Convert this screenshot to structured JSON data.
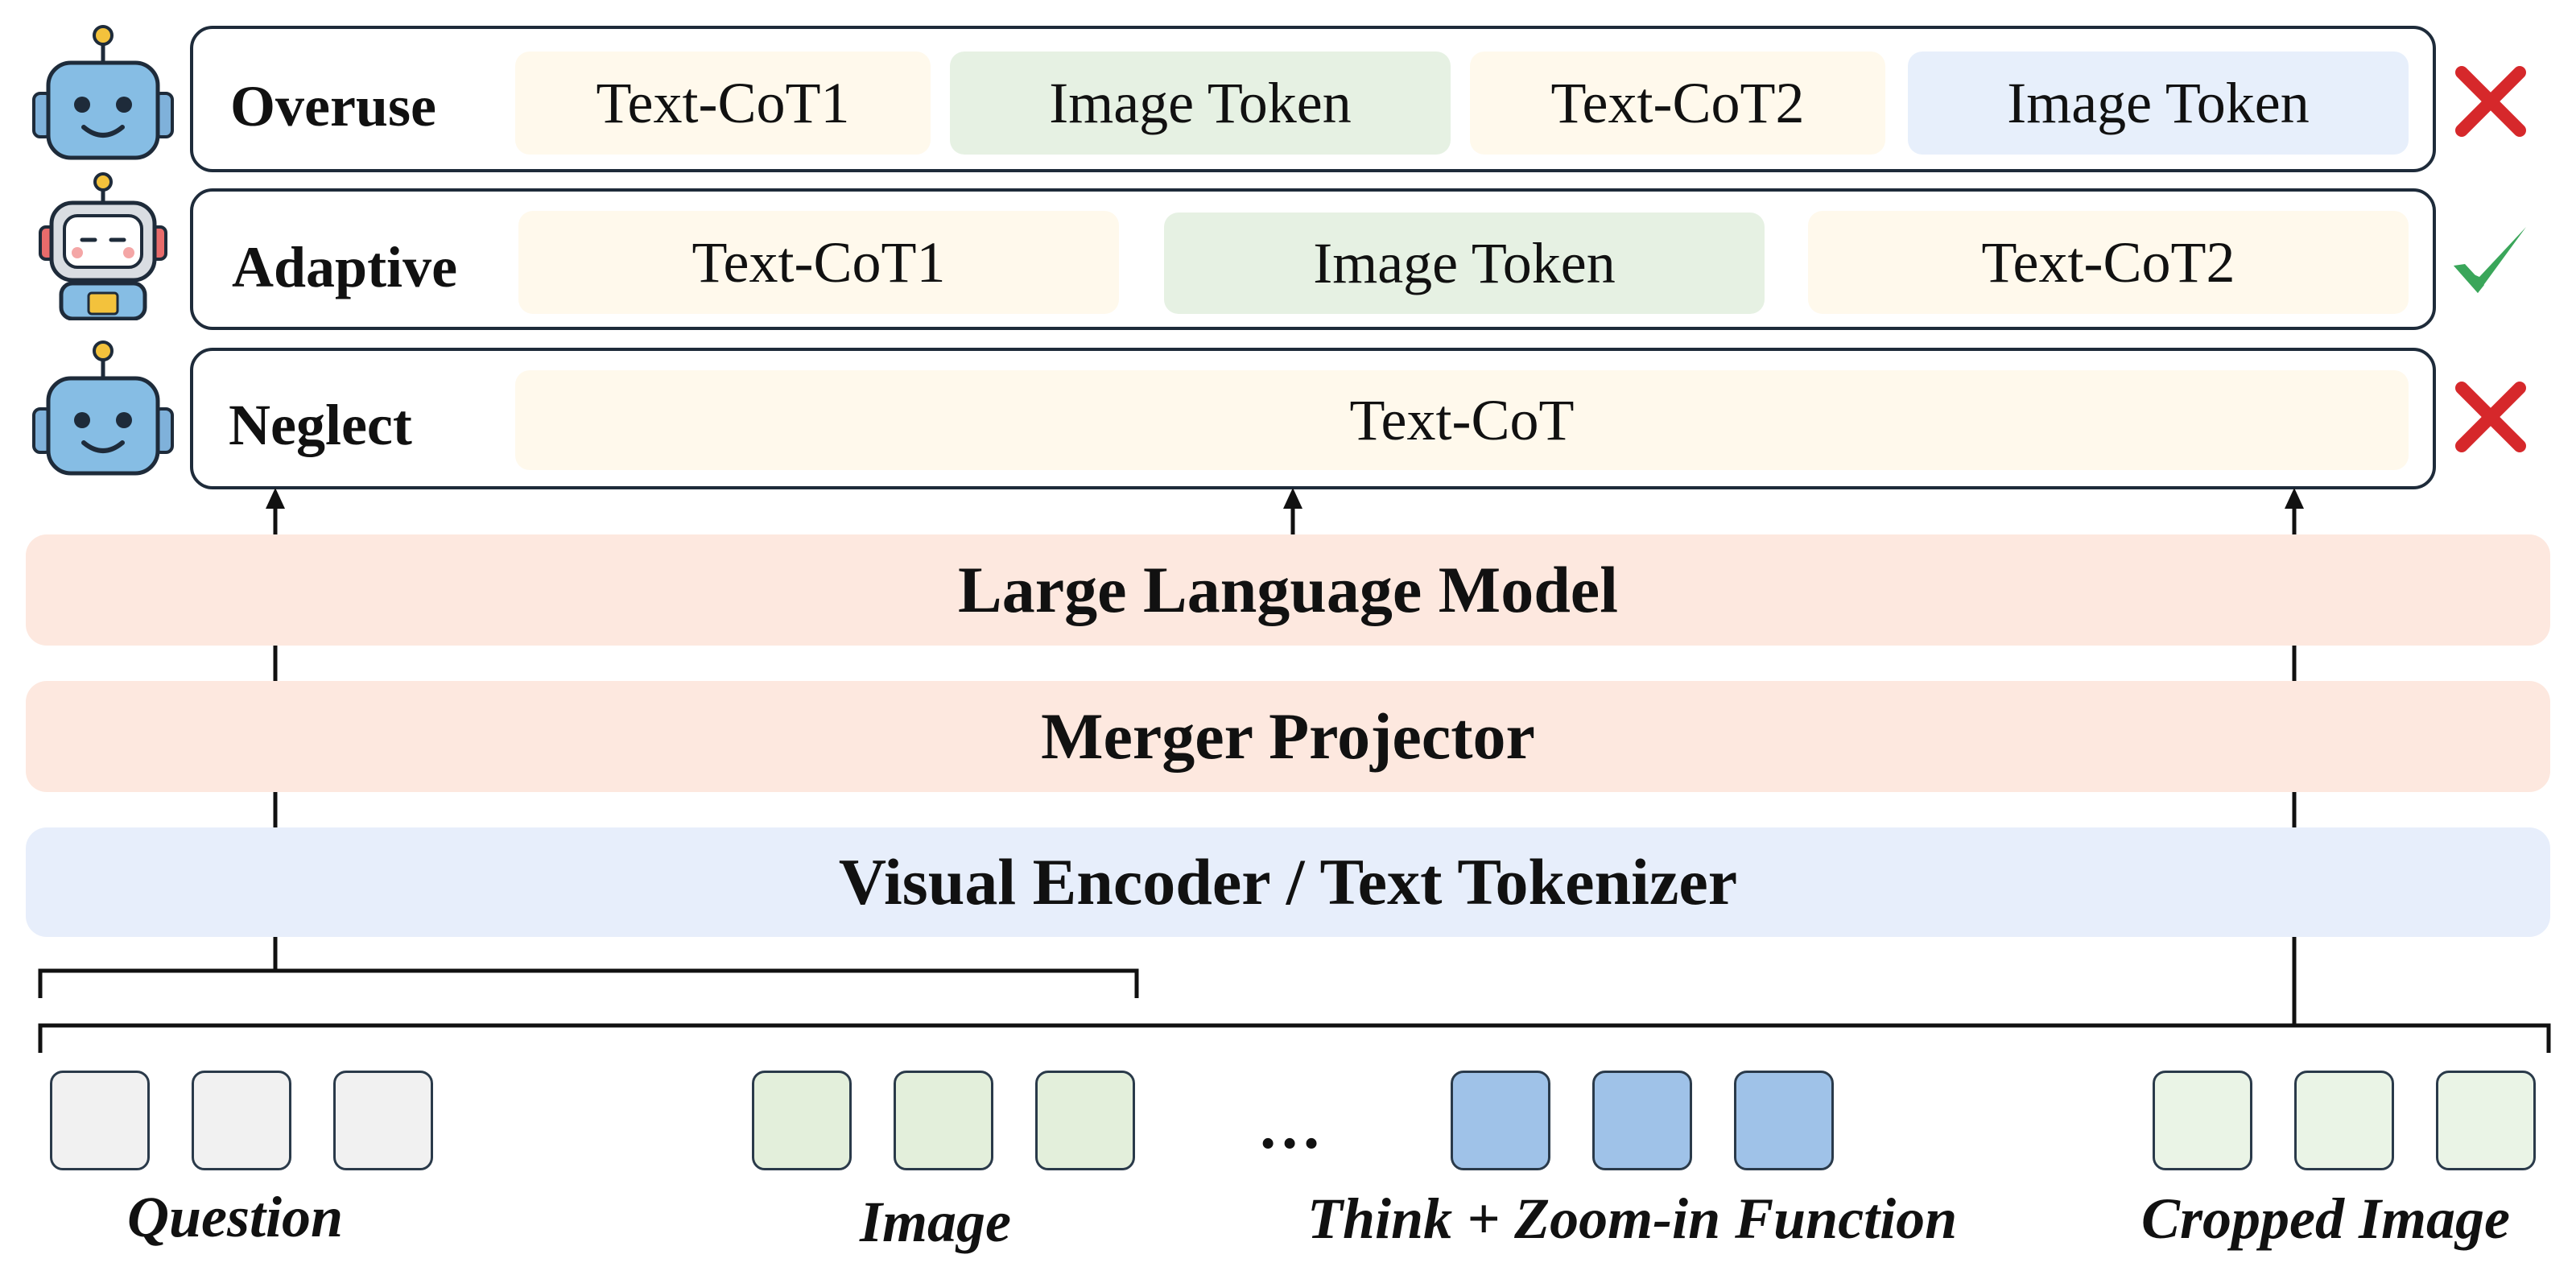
{
  "rows": [
    {
      "label": "Overuse",
      "verdict": "x-mark-icon",
      "segments": [
        "Text-CoT1",
        "Image Token",
        "Text-CoT2",
        "Image Token"
      ]
    },
    {
      "label": "Adaptive",
      "verdict": "check-mark-icon",
      "segments": [
        "Text-CoT1",
        "Image Token",
        "Text-CoT2"
      ]
    },
    {
      "label": "Neglect",
      "verdict": "x-mark-icon",
      "segments": [
        "Text-CoT"
      ]
    }
  ],
  "stack": {
    "llm": "Large Language Model",
    "projector": "Merger Projector",
    "encoder": "Visual Encoder / Text Tokenizer"
  },
  "inputs": {
    "question": "Question",
    "image": "Image",
    "ellipsis": "…",
    "think": "Think + Zoom-in Function",
    "cropped": "Cropped Image"
  },
  "icons": {
    "robot_plain": "robot-icon",
    "robot_adaptive": "robot-adaptive-icon"
  },
  "colors": {
    "x_mark": "#d6282b",
    "check_mark": "#3aa65a",
    "text_segment": "#fff9ec",
    "image_token_green": "#e6f1e3",
    "image_token_blue": "#e7effb",
    "llm_band": "#fde8df",
    "encoder_band": "#e7eefb"
  }
}
